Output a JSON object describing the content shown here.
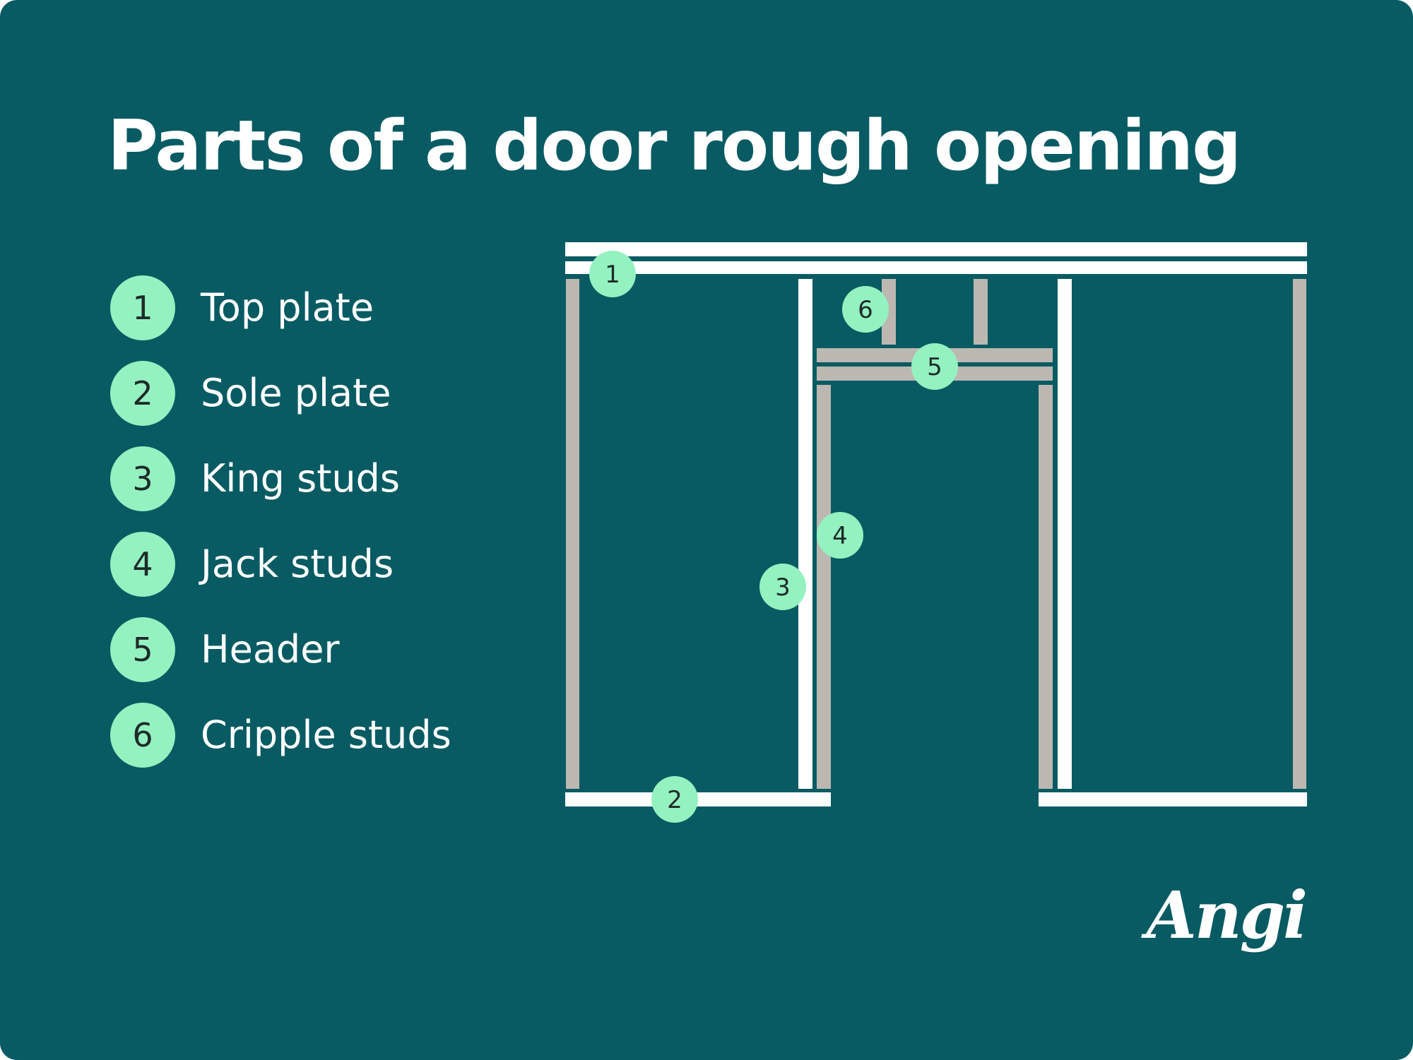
{
  "title": "Parts of a door rough opening",
  "legend": [
    {
      "number": "1",
      "label": "Top plate"
    },
    {
      "number": "2",
      "label": "Sole plate"
    },
    {
      "number": "3",
      "label": "King studs"
    },
    {
      "number": "4",
      "label": "Jack studs"
    },
    {
      "number": "5",
      "label": "Header"
    },
    {
      "number": "6",
      "label": "Cripple studs"
    }
  ],
  "diagram": {
    "callouts": [
      {
        "number": "1",
        "part": "top-plate"
      },
      {
        "number": "2",
        "part": "sole-plate"
      },
      {
        "number": "3",
        "part": "king-stud"
      },
      {
        "number": "4",
        "part": "jack-stud"
      },
      {
        "number": "5",
        "part": "header"
      },
      {
        "number": "6",
        "part": "cripple-stud"
      }
    ]
  },
  "brand": {
    "logo_text": "Angi"
  },
  "colors": {
    "background": "#085b62",
    "frame_white": "#ffffff",
    "frame_gray": "#bcb8b1",
    "badge": "#94f2c0",
    "badge_text": "#1d2b2a"
  }
}
